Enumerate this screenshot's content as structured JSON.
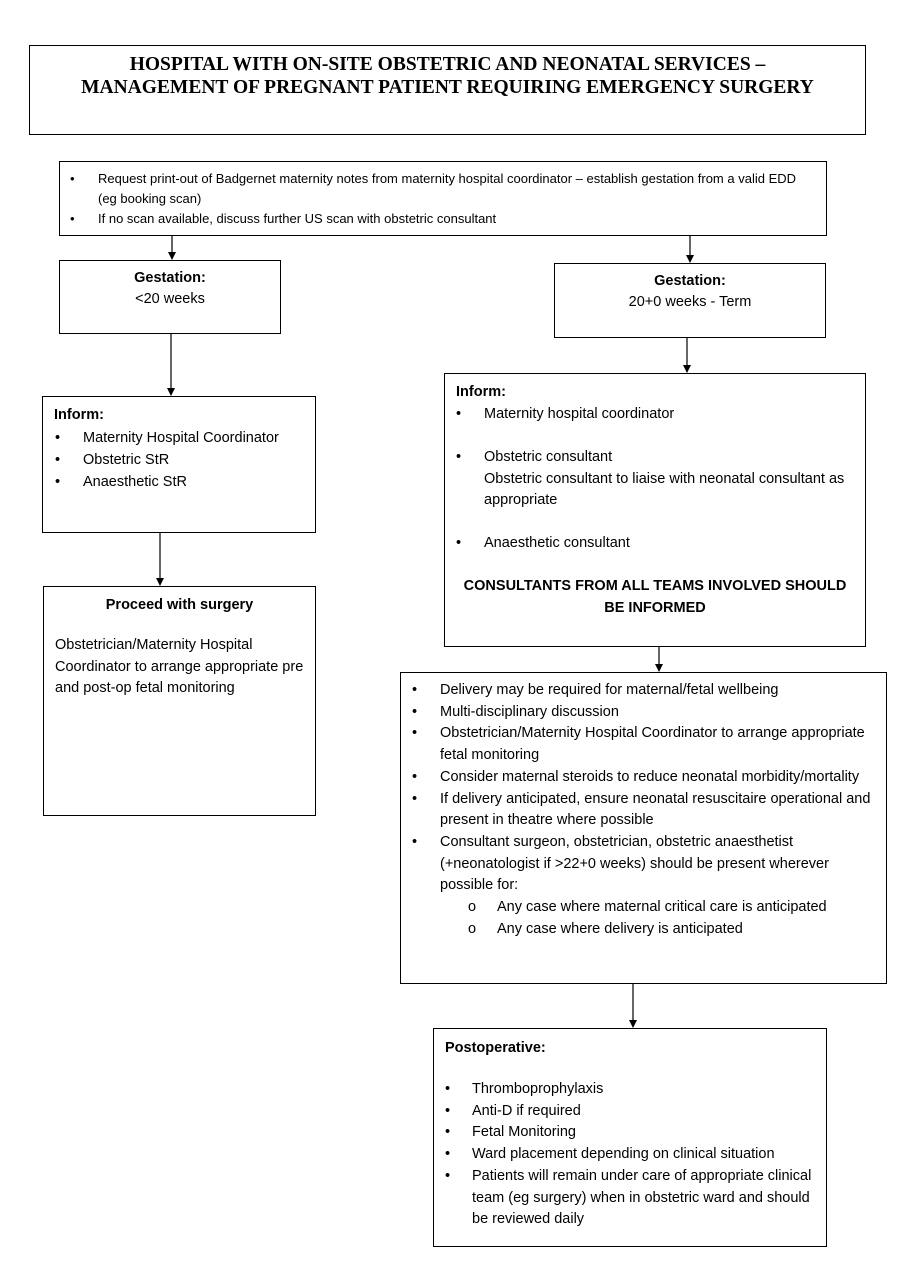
{
  "title": "HOSPITAL WITH ON-SITE OBSTETRIC AND NEONATAL SERVICES – MANAGEMENT OF PREGNANT PATIENT REQUIRING EMERGENCY SURGERY",
  "initial_steps": [
    "Request print-out of Badgernet maternity notes from maternity hospital coordinator – establish gestation from a valid EDD (eg booking scan)",
    "If no scan available, discuss further US scan with obstetric consultant"
  ],
  "left_branch": {
    "gestation_heading": "Gestation:",
    "gestation_value": "<20 weeks",
    "inform_heading": "Inform:",
    "inform_items": [
      "Maternity Hospital Coordinator",
      "Obstetric StR",
      "Anaesthetic StR"
    ],
    "proceed_heading": "Proceed with surgery",
    "proceed_text": "Obstetrician/Maternity Hospital Coordinator to arrange appropriate pre and post-op fetal monitoring"
  },
  "right_branch": {
    "gestation_heading": "Gestation:",
    "gestation_value": "20+0 weeks - Term",
    "inform_heading": "Inform:",
    "inform_items": [
      "Maternity hospital coordinator",
      "Obstetric consultant",
      "Anaesthetic consultant"
    ],
    "inform_item_note": "Obstetric consultant to liaise with neonatal consultant as appropriate",
    "inform_emphasis": "CONSULTANTS FROM ALL TEAMS INVOLVED SHOULD BE INFORMED",
    "delivery_items": [
      "Delivery may be required for maternal/fetal wellbeing",
      "Multi-disciplinary discussion",
      "Obstetrician/Maternity Hospital Coordinator to arrange appropriate fetal monitoring",
      "Consider maternal steroids to reduce neonatal morbidity/mortality",
      "If delivery anticipated, ensure neonatal resuscitaire operational and present in theatre where possible",
      "Consultant surgeon, obstetrician, obstetric anaesthetist (+neonatologist if >22+0 weeks) should be present wherever possible for:"
    ],
    "delivery_subitems": [
      "Any case where maternal critical care is anticipated",
      "Any case where delivery is anticipated"
    ],
    "postop_heading": "Postoperative:",
    "postop_items": [
      "Thromboprophylaxis",
      "Anti-D if required",
      "Fetal Monitoring",
      "Ward placement depending on clinical situation",
      "Patients will remain under care of appropriate clinical team (eg surgery) when in obstetric ward and should be reviewed daily"
    ]
  }
}
